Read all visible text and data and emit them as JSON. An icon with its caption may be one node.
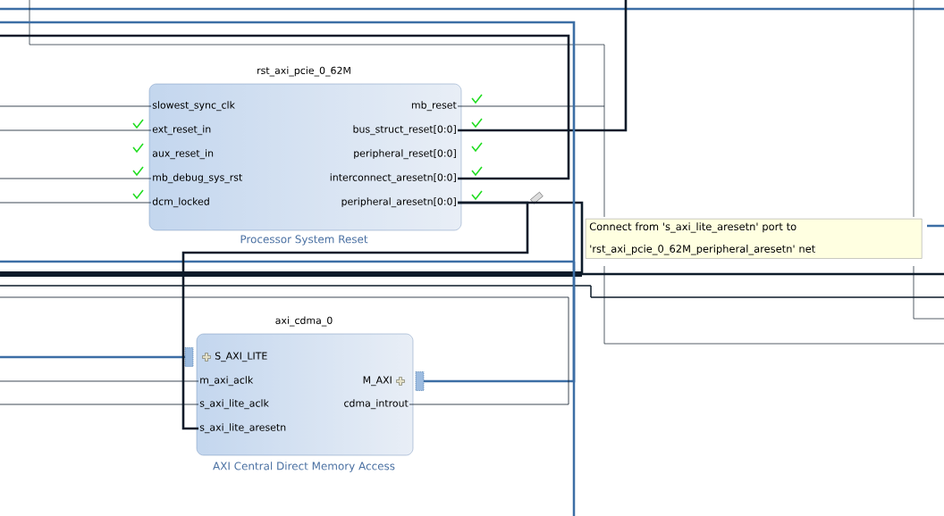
{
  "diagram": {
    "nodes": [
      {
        "text": [
          "rst_axi_pcie_0_62M"
        ],
        "beside": [
          "Processor System Reset"
        ]
      },
      {
        "text": [
          "slowest_sync_clk"
        ],
        "in": 0
      },
      {
        "text": [
          "ext_reset_in"
        ],
        "in": 0
      },
      {
        "text": [
          "aux_reset_in"
        ],
        "in": 0
      },
      {
        "text": [
          "mb_debug_sys_rst"
        ],
        "in": 0
      },
      {
        "text": [
          "dcm_locked"
        ],
        "in": 0
      },
      {
        "text": [
          "mb_reset"
        ],
        "in": 0
      },
      {
        "text": [
          "bus_struct_reset[0:0]"
        ],
        "in": 0
      },
      {
        "text": [
          "peripheral_reset[0:0]"
        ],
        "in": 0
      },
      {
        "text": [
          "interconnect_aresetn[0:0]"
        ],
        "in": 0
      },
      {
        "text": [
          "peripheral_aresetn[0:0]"
        ],
        "in": 0
      },
      {
        "text": [
          "axi_cdma_0"
        ],
        "beside": [
          "AXI Central Direct Memory Access"
        ]
      },
      {
        "text": [
          "S_AXI_LITE"
        ],
        "in": 11
      },
      {
        "text": [
          "m_axi_aclk"
        ],
        "in": 11
      },
      {
        "text": [
          "s_axi_lite_aclk"
        ],
        "in": 11
      },
      {
        "text": [
          "s_axi_lite_aresetn"
        ],
        "in": 11
      },
      {
        "text": [
          "M_AXI"
        ],
        "in": 11
      },
      {
        "text": [
          "cdma_introut"
        ],
        "in": 11
      },
      {
        "text": [
          "Connect from 's_axi_lite_aresetn' port to 'rst_axi_pcie_0_62M_peripheral_aresetn' net"
        ]
      }
    ],
    "edges": [
      {
        "from": null,
        "to": 1,
        "arrow": "none"
      },
      {
        "from": null,
        "to": 2,
        "arrow": "none"
      },
      {
        "from": null,
        "to": 4,
        "arrow": "none"
      },
      {
        "from": null,
        "to": 5,
        "arrow": "none"
      },
      {
        "from": 6,
        "to": null,
        "arrow": "none"
      },
      {
        "from": 7,
        "to": null,
        "arrow": "none",
        "style": "thick"
      },
      {
        "from": 9,
        "to": null,
        "arrow": "none",
        "style": "thick"
      },
      {
        "from": 10,
        "to": null,
        "arrow": "none",
        "style": "thick"
      },
      {
        "from": null,
        "to": 12,
        "arrow": "none",
        "style": "thick",
        "color": "#3c6ea5"
      },
      {
        "from": null,
        "to": 13,
        "arrow": "none"
      },
      {
        "from": null,
        "to": 14,
        "arrow": "none"
      },
      {
        "from": 16,
        "to": null,
        "arrow": "none",
        "style": "thick",
        "color": "#3c6ea5"
      },
      {
        "from": 17,
        "to": null,
        "arrow": "none"
      },
      {
        "from": 15,
        "to": 10,
        "arrow": "none",
        "style": "thick"
      }
    ]
  }
}
